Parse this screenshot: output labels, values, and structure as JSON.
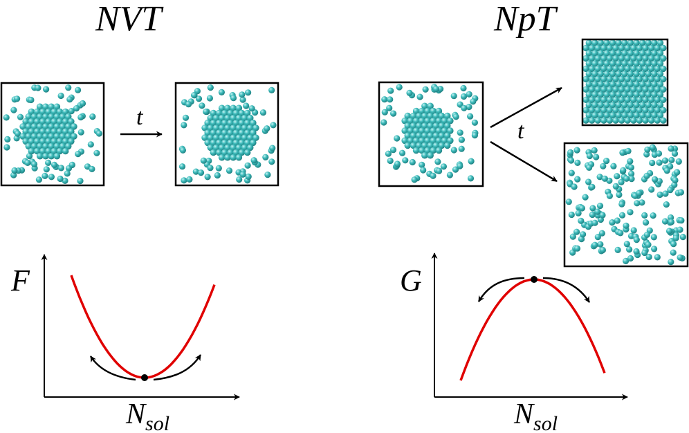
{
  "panels": {
    "nvt": {
      "title": "NVT",
      "time_label": "t",
      "energy_label": "F",
      "x_label": "N",
      "x_label_sub": "sol",
      "curve": "minimum"
    },
    "npt": {
      "title": "NpT",
      "time_label": "t",
      "energy_label": "G",
      "x_label": "N",
      "x_label_sub": "sol",
      "curve": "maximum"
    }
  },
  "colors": {
    "particle": "#3fbcbc",
    "particle_dark": "#1d7f80",
    "particle_highlight": "#c8f3f3",
    "curve": "#e00000",
    "ink": "#000000"
  }
}
